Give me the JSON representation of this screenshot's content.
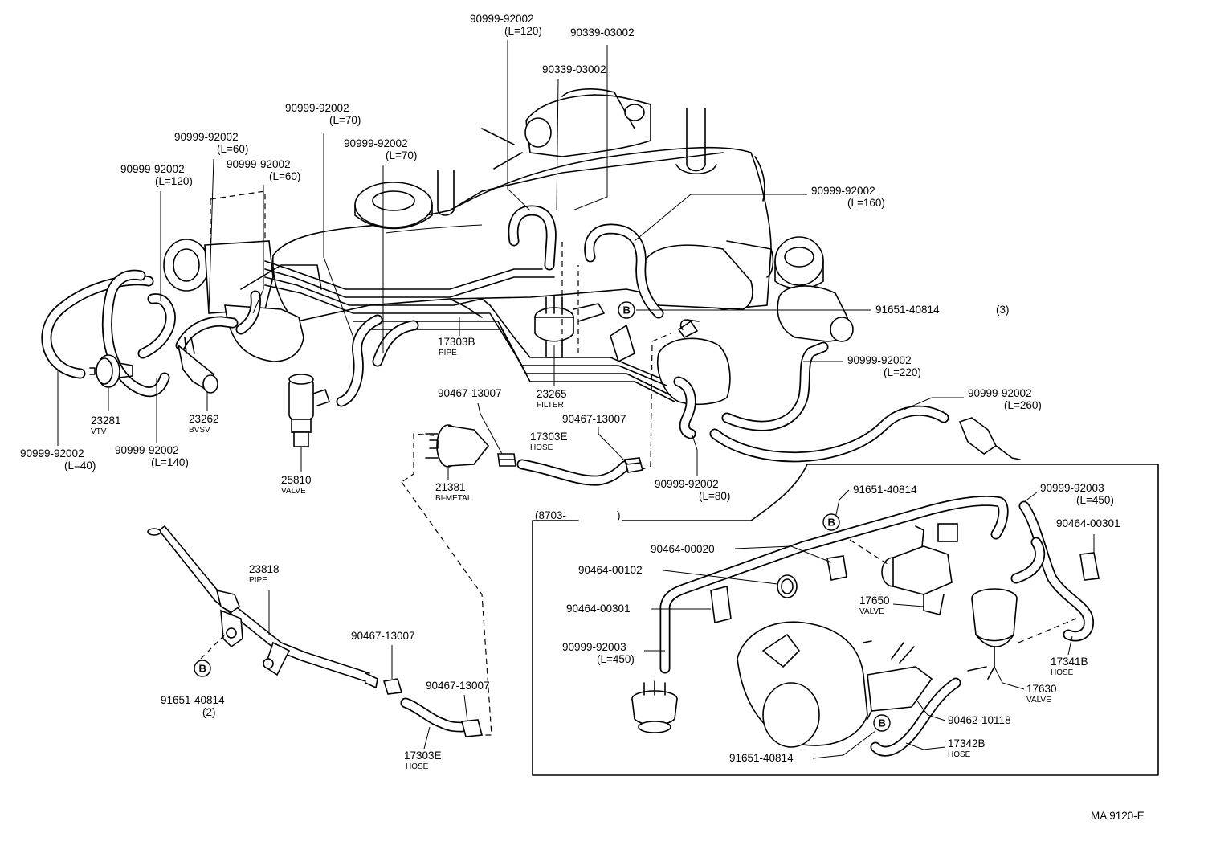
{
  "drawing_code": "MA 9120-E",
  "inset": {
    "label": "(8703-",
    "label_close": ")"
  },
  "callouts": [
    {
      "id": "c1",
      "num": "90999-92002",
      "sub": "(L=120)",
      "desc": ""
    },
    {
      "id": "c2",
      "num": "90339-03002",
      "sub": "",
      "desc": ""
    },
    {
      "id": "c3",
      "num": "90339-03002",
      "sub": "",
      "desc": ""
    },
    {
      "id": "c4",
      "num": "90999-92002",
      "sub": "(L=70)",
      "desc": ""
    },
    {
      "id": "c5",
      "num": "90999-92002",
      "sub": "(L=60)",
      "desc": ""
    },
    {
      "id": "c6",
      "num": "90999-92002",
      "sub": "(L=70)",
      "desc": ""
    },
    {
      "id": "c7",
      "num": "90999-92002",
      "sub": "(L=120)",
      "desc": ""
    },
    {
      "id": "c8",
      "num": "90999-92002",
      "sub": "(L=60)",
      "desc": ""
    },
    {
      "id": "c9",
      "num": "90999-92002",
      "sub": "(L=160)",
      "desc": ""
    },
    {
      "id": "c10",
      "num": "91651-40814",
      "sub": "(3)",
      "desc": ""
    },
    {
      "id": "c11",
      "num": "90999-92002",
      "sub": "(L=220)",
      "desc": ""
    },
    {
      "id": "c12",
      "num": "90999-92002",
      "sub": "(L=260)",
      "desc": ""
    },
    {
      "id": "c13",
      "num": "17303B",
      "sub": "",
      "desc": "PIPE"
    },
    {
      "id": "c14",
      "num": "23265",
      "sub": "",
      "desc": "FILTER"
    },
    {
      "id": "c15",
      "num": "90467-13007",
      "sub": "",
      "desc": ""
    },
    {
      "id": "c16",
      "num": "90467-13007",
      "sub": "",
      "desc": ""
    },
    {
      "id": "c17",
      "num": "17303E",
      "sub": "",
      "desc": "HOSE"
    },
    {
      "id": "c18",
      "num": "23281",
      "sub": "",
      "desc": "VTV"
    },
    {
      "id": "c19",
      "num": "23262",
      "sub": "",
      "desc": "BVSV"
    },
    {
      "id": "c20",
      "num": "90999-92002",
      "sub": "(L=40)",
      "desc": ""
    },
    {
      "id": "c21",
      "num": "90999-92002",
      "sub": "(L=140)",
      "desc": ""
    },
    {
      "id": "c22",
      "num": "25810",
      "sub": "",
      "desc": "VALVE"
    },
    {
      "id": "c23",
      "num": "21381",
      "sub": "",
      "desc": "BI-METAL"
    },
    {
      "id": "c24",
      "num": "90999-92002",
      "sub": "(L=80)",
      "desc": ""
    },
    {
      "id": "c25",
      "num": "91651-40814",
      "sub": "",
      "desc": ""
    },
    {
      "id": "c26",
      "num": "90999-92003",
      "sub": "(L=450)",
      "desc": ""
    },
    {
      "id": "c27",
      "num": "90464-00301",
      "sub": "",
      "desc": ""
    },
    {
      "id": "c28",
      "num": "90464-00020",
      "sub": "",
      "desc": ""
    },
    {
      "id": "c29",
      "num": "90464-00102",
      "sub": "",
      "desc": ""
    },
    {
      "id": "c30",
      "num": "90464-00301",
      "sub": "",
      "desc": ""
    },
    {
      "id": "c31",
      "num": "17650",
      "sub": "",
      "desc": "VALVE"
    },
    {
      "id": "c32",
      "num": "90999-92003",
      "sub": "(L=450)",
      "desc": ""
    },
    {
      "id": "c33",
      "num": "17341B",
      "sub": "",
      "desc": "HOSE"
    },
    {
      "id": "c34",
      "num": "17630",
      "sub": "",
      "desc": "VALVE"
    },
    {
      "id": "c35",
      "num": "90462-10118",
      "sub": "",
      "desc": ""
    },
    {
      "id": "c36",
      "num": "91651-40814",
      "sub": "",
      "desc": ""
    },
    {
      "id": "c37",
      "num": "17342B",
      "sub": "",
      "desc": "HOSE"
    },
    {
      "id": "c38",
      "num": "23818",
      "sub": "",
      "desc": "PIPE"
    },
    {
      "id": "c39",
      "num": "90467-13007",
      "sub": "",
      "desc": ""
    },
    {
      "id": "c40",
      "num": "90467-13007",
      "sub": "",
      "desc": ""
    },
    {
      "id": "c41",
      "num": "91651-40814",
      "sub": "(2)",
      "desc": ""
    },
    {
      "id": "c42",
      "num": "17303E",
      "sub": "",
      "desc": "HOSE"
    }
  ],
  "bolt_marker": "B"
}
